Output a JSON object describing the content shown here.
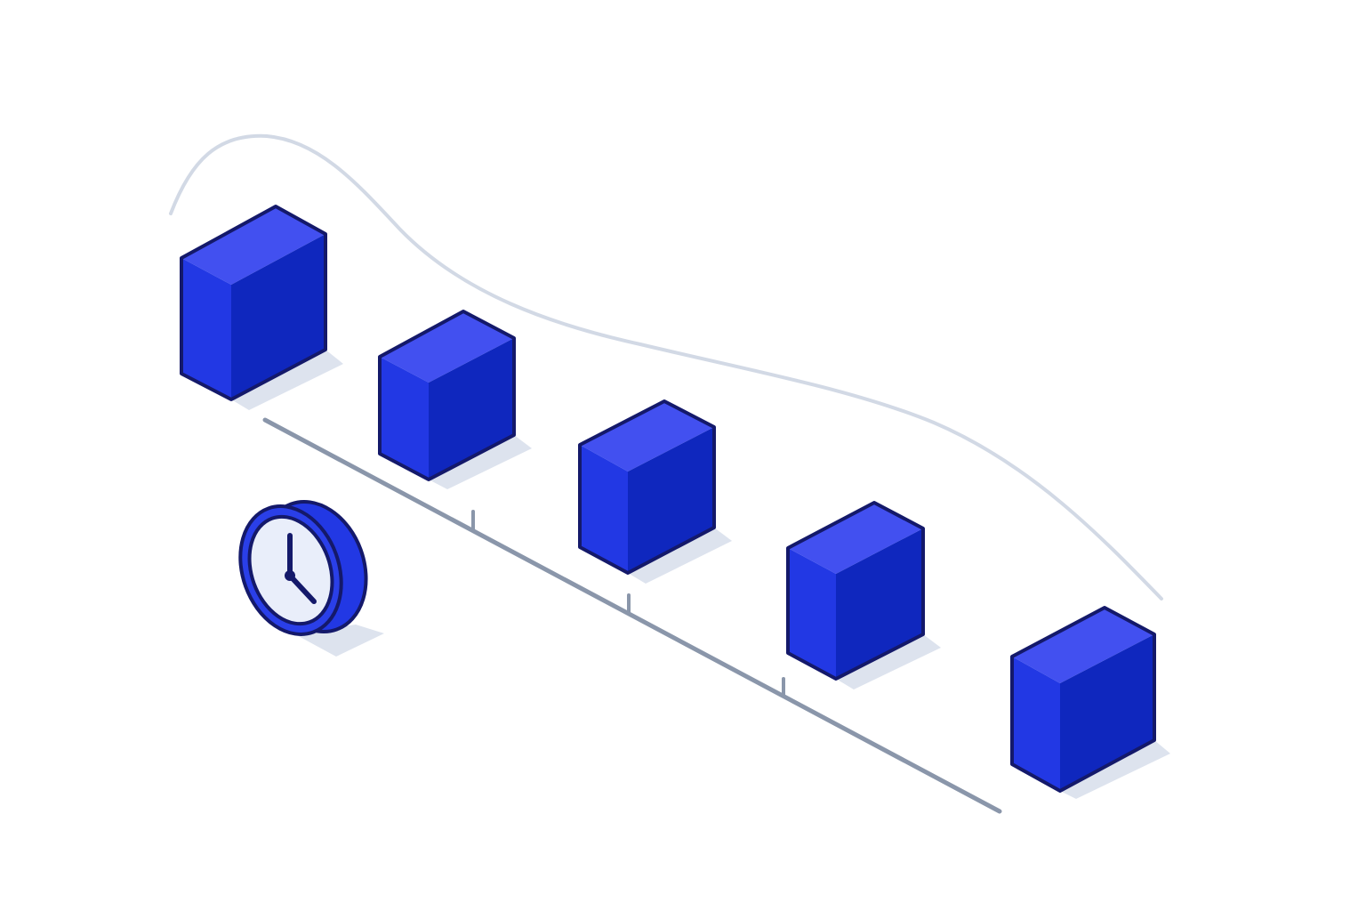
{
  "diagram": {
    "kind": "isometric-timeline",
    "block_count": 5,
    "tick_count": 3,
    "clock": {
      "icon": "clock-icon",
      "time_shown": "4:00"
    },
    "colors": {
      "background": "#ffffff",
      "block_top": "#4250f0",
      "block_left": "#2238e4",
      "block_right": "#0f27be",
      "block_outline": "#14196a",
      "shadow": "#dde3ee",
      "timeline": "#8a96aa",
      "curve": "#d2d9e5",
      "clock_face": "#e9eefa",
      "clock_hands": "#14196a"
    }
  }
}
